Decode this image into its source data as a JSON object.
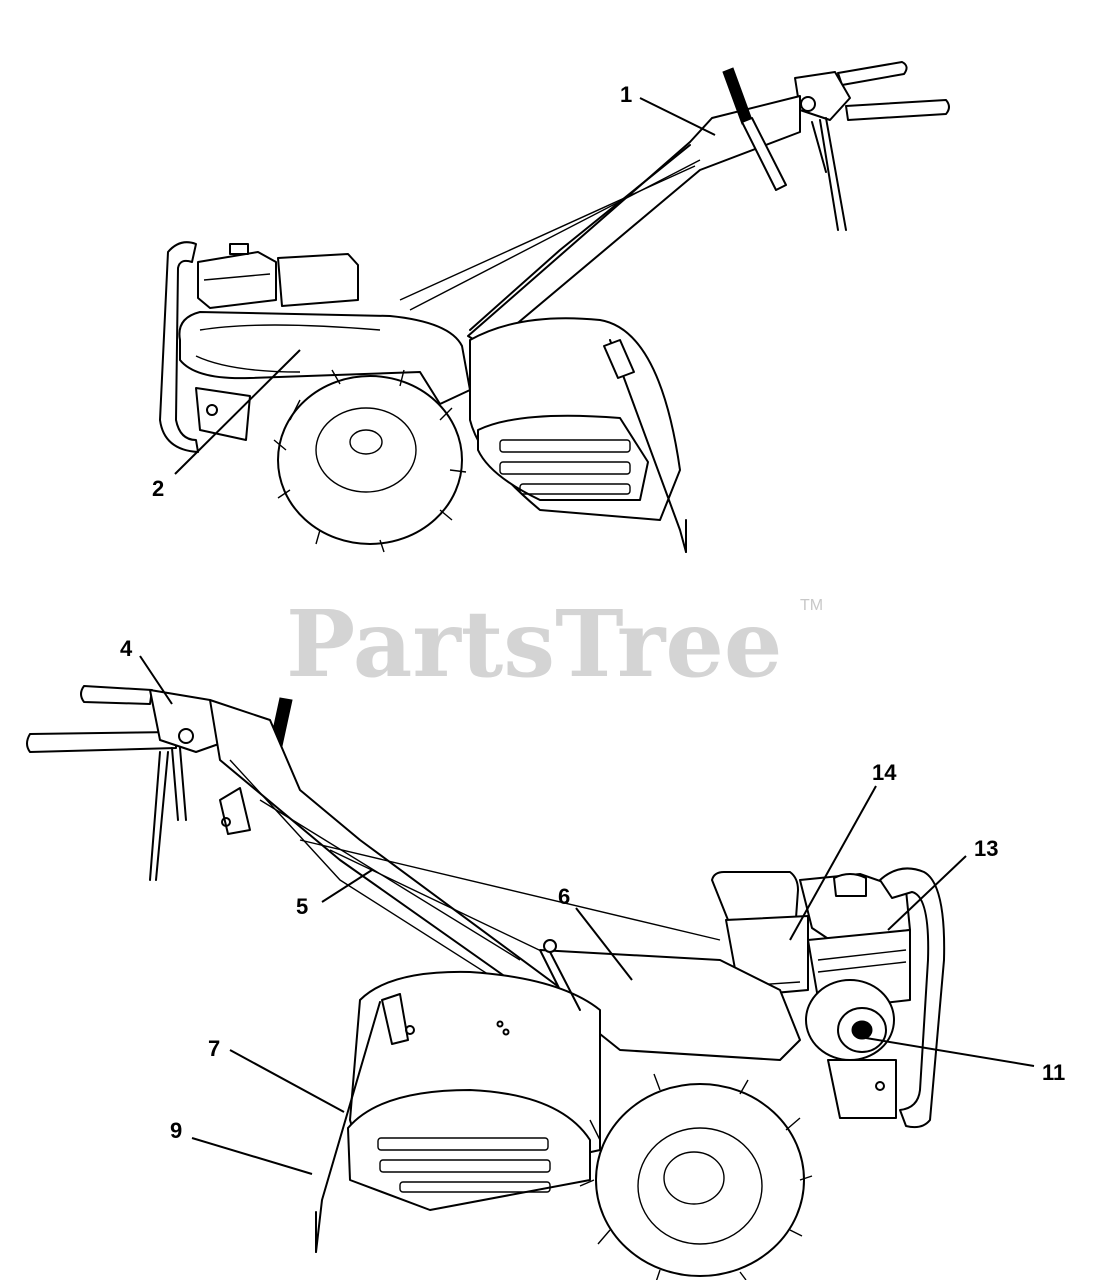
{
  "watermark": {
    "text": "PartsTree",
    "trademark": "TM"
  },
  "views": [
    {
      "name": "top-tiller-view",
      "callouts": [
        "1",
        "2"
      ]
    },
    {
      "name": "bottom-tiller-view",
      "callouts": [
        "4",
        "5",
        "6",
        "7",
        "9",
        "11",
        "13",
        "14"
      ]
    }
  ],
  "callouts": {
    "c1": "1",
    "c2": "2",
    "c4": "4",
    "c5": "5",
    "c6": "6",
    "c7": "7",
    "c9": "9",
    "c11": "11",
    "c13": "13",
    "c14": "14"
  },
  "colors": {
    "line": "#000000",
    "background": "#ffffff",
    "watermark": "#d4d4d4"
  }
}
